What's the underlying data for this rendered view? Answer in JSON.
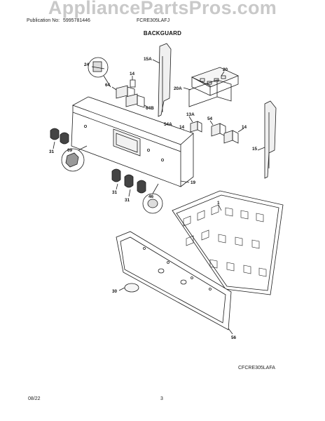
{
  "header": {
    "publication_label": "Publication No:",
    "publication_number": "5995781446",
    "model": "FCRE305LAFJ"
  },
  "watermark": "AppliancePartsPros.com",
  "section_title": "BACKGUARD",
  "callouts": [
    "24",
    "14",
    "64",
    "64B",
    "15A",
    "20",
    "20A",
    "13A",
    "54",
    "54A",
    "14",
    "14",
    "15",
    "31",
    "69",
    "31",
    "31",
    "46",
    "19",
    "1",
    "30",
    "56"
  ],
  "model_code": "CFCRE305LAFA",
  "footer": {
    "date": "08/22",
    "page": "3"
  }
}
